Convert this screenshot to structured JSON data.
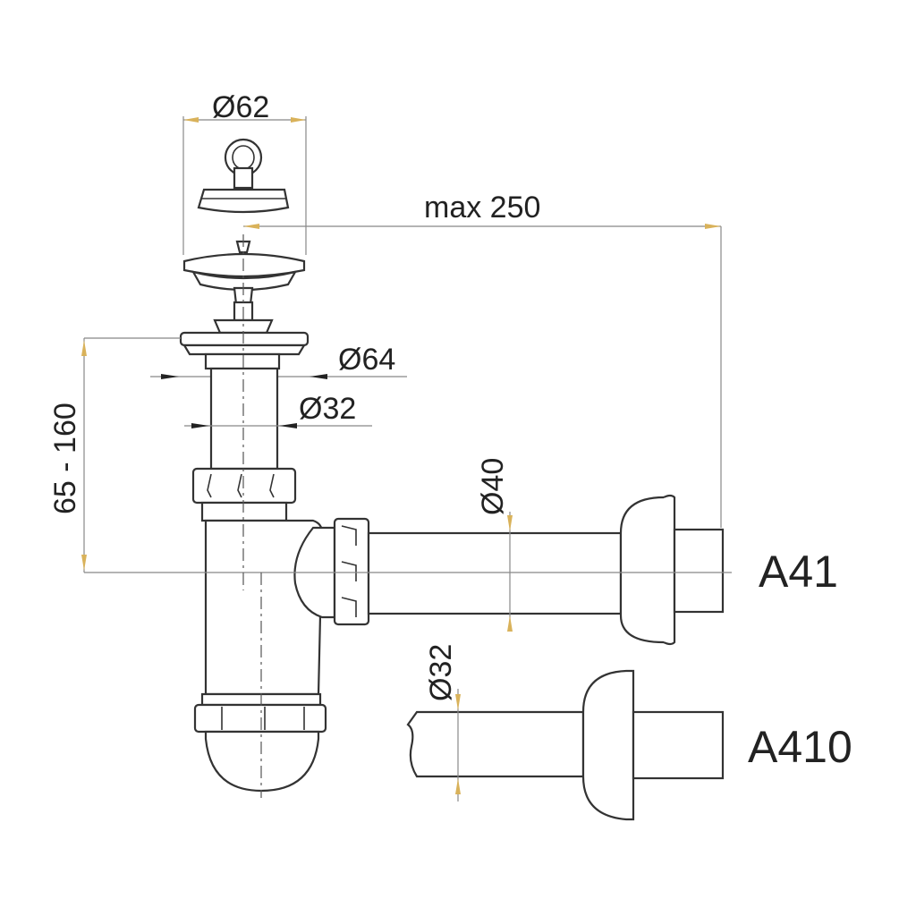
{
  "dimensions": {
    "strainer_diameter": "Ø62",
    "max_reach": "max 250",
    "flange_diameter": "Ø64",
    "tail_diameter": "Ø32",
    "height_range": "65 - 160",
    "outlet_diameter": "Ø40",
    "outlet_pipe_diameter": "Ø32"
  },
  "models": {
    "upper": "A41",
    "lower": "A410"
  },
  "colors": {
    "line": "#333333",
    "dimension_arrow": "#d9b25a",
    "background": "#ffffff"
  }
}
